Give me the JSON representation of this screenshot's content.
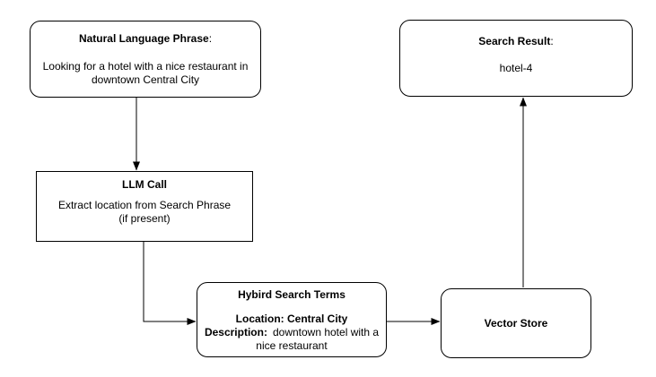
{
  "diagram": {
    "nodes": {
      "nlp": {
        "title": "Natural Language Phrase",
        "title_suffix": ":",
        "body_lines": [
          "Looking for a hotel with a nice restaurant in",
          "downtown Central City"
        ]
      },
      "llm": {
        "title": "LLM Call",
        "body_lines": [
          "Extract location from Search Phrase",
          "(if present)"
        ]
      },
      "hybrid": {
        "title": "Hybird Search Terms",
        "location": "Location: Central City",
        "description_label": "Description:",
        "description_rest": "downtown hotel with a",
        "description_line2": "nice restaurant"
      },
      "vector": {
        "title": "Vector Store"
      },
      "result": {
        "title": "Search Result",
        "title_suffix": ":",
        "body": "hotel-4"
      }
    },
    "colors": {
      "stroke": "#000000",
      "node-fill": "#ffffff",
      "background": "#ffffff",
      "text": "#000000"
    }
  }
}
